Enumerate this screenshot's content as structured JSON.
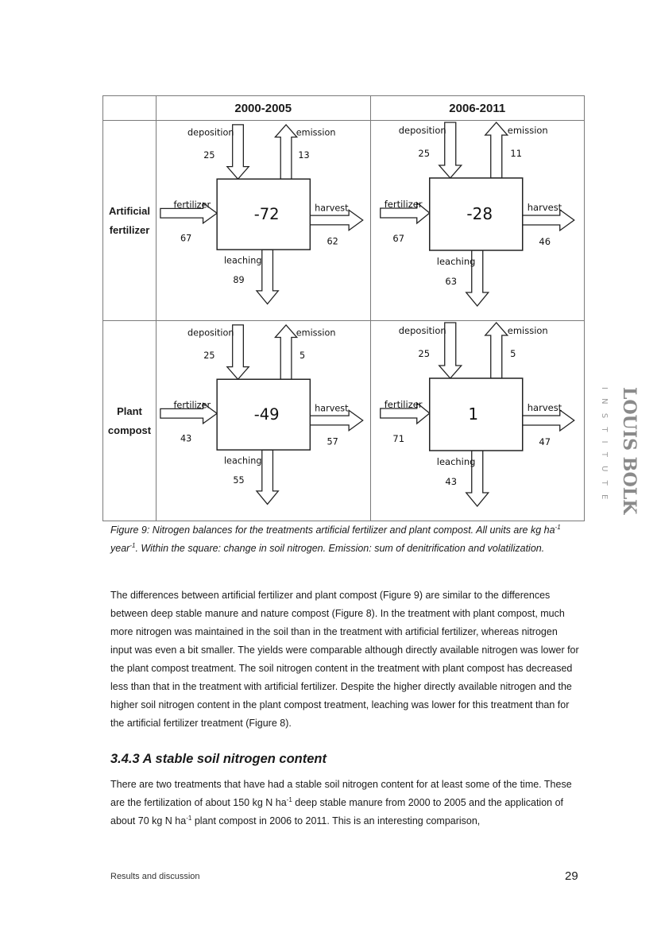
{
  "figure": {
    "headers": [
      "2000-2005",
      "2006-2011"
    ],
    "rows": [
      {
        "label_line1": "Artificial",
        "label_line2": "fertilizer",
        "cells": [
          {
            "deposition": "25",
            "emission": "13",
            "fertilizer": "67",
            "harvest": "62",
            "leaching": "89",
            "balance": "-72"
          },
          {
            "deposition": "25",
            "emission": "11",
            "fertilizer": "67",
            "harvest": "46",
            "leaching": "63",
            "balance": "-28"
          }
        ]
      },
      {
        "label_line1": "Plant",
        "label_line2": "compost",
        "cells": [
          {
            "deposition": "25",
            "emission": "5",
            "fertilizer": "43",
            "harvest": "57",
            "leaching": "55",
            "balance": "-49"
          },
          {
            "deposition": "25",
            "emission": "5",
            "fertilizer": "71",
            "harvest": "47",
            "leaching": "43",
            "balance": "1"
          }
        ]
      }
    ],
    "flow_labels": {
      "deposition": "deposition",
      "emission": "emission",
      "fertilizer": "fertilizer",
      "harvest": "harvest",
      "leaching": "leaching"
    }
  },
  "caption": {
    "part1": "Figure 9: Nitrogen balances for the treatments artificial fertilizer and plant compost. All units are kg ha",
    "sup1": "-1",
    "part2": " year",
    "sup2": "-1",
    "part3": ". Within the square: change in soil nitrogen. Emission: sum of denitrification and volatilization."
  },
  "paragraph1": "The differences between artificial fertilizer and plant compost (Figure 9) are similar to the differences between deep stable manure and nature compost (Figure 8). In the treatment with plant compost, much more nitrogen was maintained in the soil than in the treatment with artificial fertilizer, whereas nitrogen input was even a bit smaller. The yields were comparable although directly available nitrogen was lower for the plant compost treatment. The soil nitrogen content in the treatment with plant compost has decreased less than that in the treatment with artificial fertilizer. Despite the higher directly available nitrogen and the higher soil nitrogen content in the plant compost treatment, leaching was lower for this treatment than for the artificial fertilizer treatment (Figure 8).",
  "section": {
    "heading": "3.4.3 A stable soil nitrogen content",
    "p_part1": "There are two treatments that have had a stable soil nitrogen content for at least some of the time. These are the fertilization of about 150 kg N ha",
    "p_sup1": "-1",
    "p_part2": " deep stable manure from 2000 to 2005 and the application of about 70 kg N ha",
    "p_sup2": "-1",
    "p_part3": "  plant compost in 2006 to 2011. This is an interesting comparison,"
  },
  "footer": {
    "left": "Results and discussion",
    "page_number": "29"
  },
  "logo": {
    "line1": "LOUIS BOLK",
    "line2": "INSTITUTE"
  }
}
